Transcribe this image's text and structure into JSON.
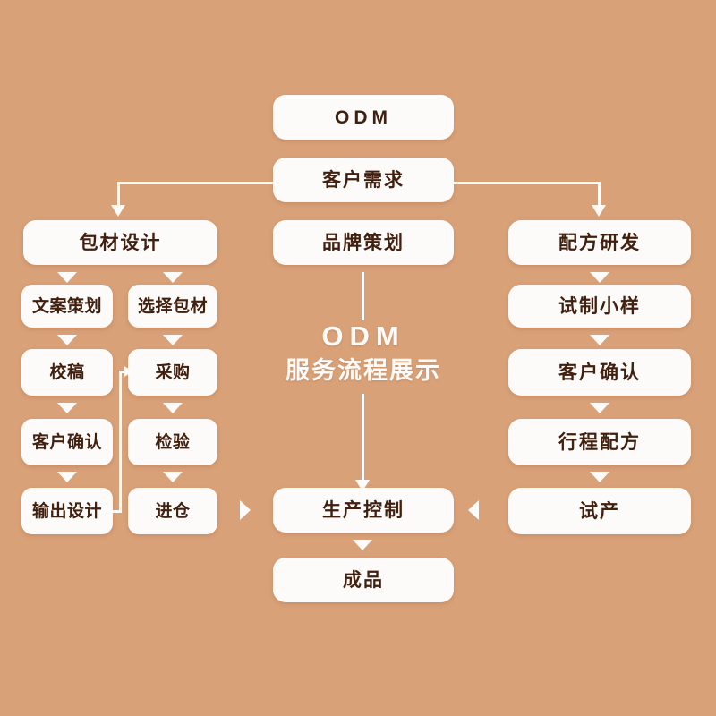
{
  "canvas": {
    "background_color": "#d9a178",
    "box_color": "#fdfbf9",
    "text_color": "#41200f",
    "connector_color": "#fdfbf9"
  },
  "centre_title": {
    "line1": "ODM",
    "line2": "服务流程展示"
  },
  "header": {
    "odm": "ODM",
    "customer_requirement": "客户需求"
  },
  "columns": {
    "left": {
      "head": "包材设计",
      "branch_a": [
        "文案策划",
        "校稿",
        "客户确认",
        "输出设计"
      ],
      "branch_b": [
        "选择包材",
        "采购",
        "检验",
        "进仓"
      ]
    },
    "centre": {
      "head": "品牌策划",
      "production": "生产控制",
      "finished": "成品"
    },
    "right": {
      "head": "配方研发",
      "steps": [
        "试制小样",
        "客户确认",
        "行程配方",
        "试产"
      ]
    }
  },
  "chart_data": {
    "type": "table",
    "title": "ODM 服务流程展示",
    "nodes": [
      {
        "id": "odm",
        "label": "ODM",
        "column": "top"
      },
      {
        "id": "req",
        "label": "客户需求",
        "column": "top"
      },
      {
        "id": "pkg",
        "label": "包材设计",
        "column": "left"
      },
      {
        "id": "copy",
        "label": "文案策划",
        "column": "left-a"
      },
      {
        "id": "proof",
        "label": "校稿",
        "column": "left-a"
      },
      {
        "id": "confirm1",
        "label": "客户确认",
        "column": "left-a"
      },
      {
        "id": "output",
        "label": "输出设计",
        "column": "left-a"
      },
      {
        "id": "choose",
        "label": "选择包材",
        "column": "left-b"
      },
      {
        "id": "purchase",
        "label": "采购",
        "column": "left-b"
      },
      {
        "id": "inspect",
        "label": "检验",
        "column": "left-b"
      },
      {
        "id": "warehouse",
        "label": "进仓",
        "column": "left-b"
      },
      {
        "id": "brand",
        "label": "品牌策划",
        "column": "centre"
      },
      {
        "id": "production",
        "label": "生产控制",
        "column": "centre"
      },
      {
        "id": "finished",
        "label": "成品",
        "column": "centre"
      },
      {
        "id": "formula",
        "label": "配方研发",
        "column": "right"
      },
      {
        "id": "sample",
        "label": "试制小样",
        "column": "right"
      },
      {
        "id": "confirm2",
        "label": "客户确认",
        "column": "right"
      },
      {
        "id": "recipe",
        "label": "行程配方",
        "column": "right"
      },
      {
        "id": "trial",
        "label": "试产",
        "column": "right"
      }
    ],
    "edges": [
      {
        "from": "req",
        "to": "pkg"
      },
      {
        "from": "req",
        "to": "brand"
      },
      {
        "from": "req",
        "to": "formula"
      },
      {
        "from": "pkg",
        "to": "copy"
      },
      {
        "from": "pkg",
        "to": "choose"
      },
      {
        "from": "copy",
        "to": "proof"
      },
      {
        "from": "proof",
        "to": "confirm1"
      },
      {
        "from": "confirm1",
        "to": "output"
      },
      {
        "from": "output",
        "to": "purchase"
      },
      {
        "from": "choose",
        "to": "purchase"
      },
      {
        "from": "purchase",
        "to": "inspect"
      },
      {
        "from": "inspect",
        "to": "warehouse"
      },
      {
        "from": "warehouse",
        "to": "production"
      },
      {
        "from": "brand",
        "to": "production"
      },
      {
        "from": "trial",
        "to": "production"
      },
      {
        "from": "formula",
        "to": "sample"
      },
      {
        "from": "sample",
        "to": "confirm2"
      },
      {
        "from": "confirm2",
        "to": "recipe"
      },
      {
        "from": "recipe",
        "to": "trial"
      },
      {
        "from": "production",
        "to": "finished"
      }
    ]
  }
}
